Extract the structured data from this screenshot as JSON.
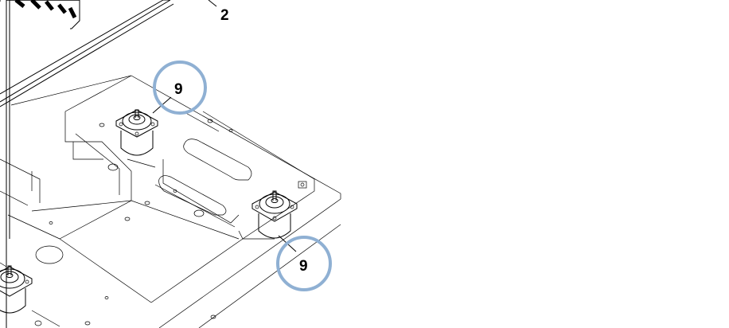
{
  "callouts": [
    {
      "label": "2"
    },
    {
      "label": "9"
    },
    {
      "label": "9"
    }
  ],
  "colors": {
    "line": "#000000",
    "highlight_ring": "#8fb0d3",
    "background": "#ffffff"
  },
  "icons": [
    "motor-icon",
    "motor-icon",
    "motor-icon"
  ]
}
